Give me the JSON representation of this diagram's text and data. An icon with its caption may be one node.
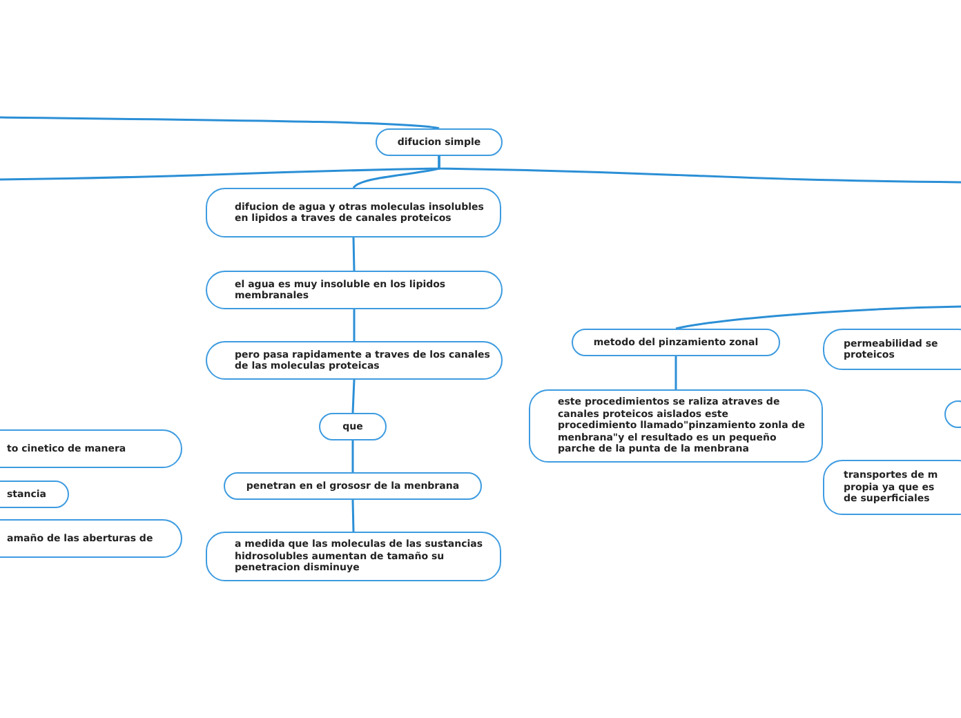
{
  "diagram": {
    "nodes": [
      {
        "text": [
          "difucion simple"
        ]
      },
      {
        "text": [
          "difucion de agua y otras moleculas insolubles en lipidos a traves de canales proteicos"
        ]
      },
      {
        "text": [
          "el agua es muy insoluble en los lipidos membranales"
        ]
      },
      {
        "text": [
          "pero pasa rapidamente a traves de los canales de las moleculas proteicas"
        ]
      },
      {
        "text": [
          "que"
        ]
      },
      {
        "text": [
          "penetran en el grososr de la menbrana"
        ]
      },
      {
        "text": [
          "a medida que las moleculas de las sustancias hidrosolubles aumentan de tamaño su penetracion disminuye"
        ]
      },
      {
        "text": [
          "metodo del pinzamiento zonal"
        ]
      },
      {
        "text": [
          "este procedimientos se raliza atraves de canales proteicos aislados este procedimiento llamado\"pinzamiento zonla de menbrana\"y el resultado es un pequeño parche de la punta de la menbrana"
        ]
      },
      {
        "text": [
          "permeabilidad se proteicos"
        ]
      },
      {
        "text": [],
        "shape": "circle"
      },
      {
        "text": [
          "transportes de m propia ya que es de superficiales"
        ]
      },
      {
        "text": [
          "to cinetico de manera"
        ]
      },
      {
        "text": [
          "stancia"
        ]
      },
      {
        "text": [
          "amaño de las aberturas de"
        ]
      }
    ],
    "edges": [
      {
        "from": null,
        "to": 0,
        "arrow": "none"
      },
      {
        "from": 0,
        "to": null,
        "arrow": "none"
      },
      {
        "from": 0,
        "to": null,
        "arrow": "none"
      },
      {
        "from": 0,
        "to": 1,
        "arrow": "none"
      },
      {
        "from": 1,
        "to": 2,
        "arrow": "none"
      },
      {
        "from": 2,
        "to": 3,
        "arrow": "none"
      },
      {
        "from": 3,
        "to": 4,
        "arrow": "none"
      },
      {
        "from": 4,
        "to": 5,
        "arrow": "none"
      },
      {
        "from": 5,
        "to": 6,
        "arrow": "none"
      },
      {
        "from": null,
        "to": 7,
        "arrow": "none"
      },
      {
        "from": 7,
        "to": 8,
        "arrow": "none"
      }
    ]
  }
}
